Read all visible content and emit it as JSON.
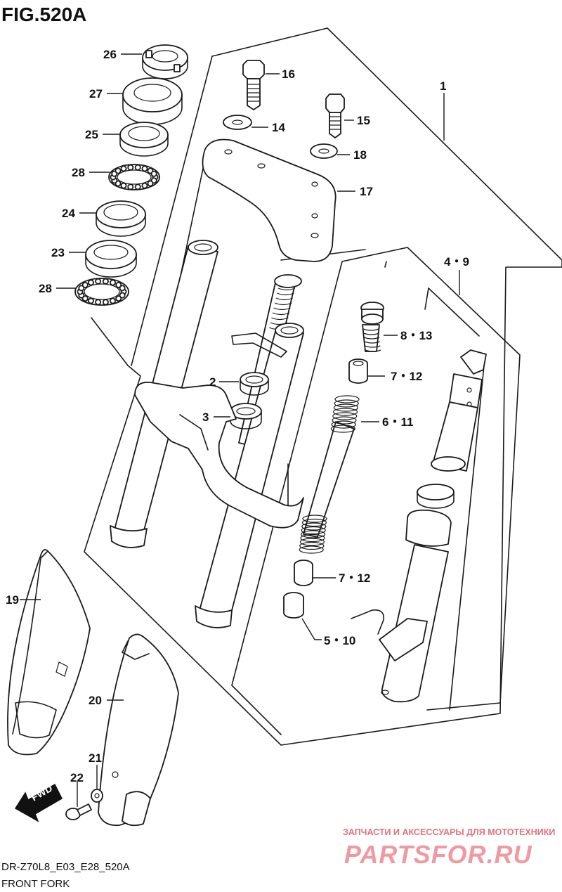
{
  "figure": {
    "title": "FIG.520A",
    "model_code": "DR-Z70L8_E03_E28_520A",
    "name": "FRONT FORK"
  },
  "callouts": {
    "c1": "1",
    "c2": "2",
    "c3": "3",
    "c4_9": "4・9",
    "c5_10": "5・10",
    "c6_11": "6・11",
    "c7_12_upper": "7・12",
    "c7_12_lower": "7・12",
    "c8_13": "8・13",
    "c14": "14",
    "c15": "15",
    "c16": "16",
    "c17": "17",
    "c18": "18",
    "c19": "19",
    "c20": "20",
    "c21": "21",
    "c22": "22",
    "c23": "23",
    "c24": "24",
    "c25": "25",
    "c26": "26",
    "c27": "27",
    "c28_upper": "28",
    "c28_lower": "28"
  },
  "direction_marker": {
    "label": "FWD",
    "icon": "fwd-arrow-icon"
  },
  "watermark": {
    "tagline": "ЗАПЧАСТИ И АКСЕССУАРЫ ДЛЯ МОТОТЕХНИКИ",
    "brand": "PARTSFOR.RU",
    "color": "#e4707c"
  }
}
